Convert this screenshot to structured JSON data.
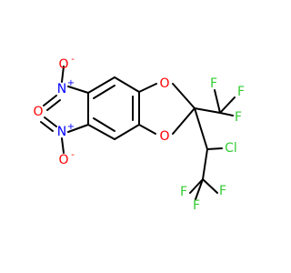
{
  "colors": {
    "bond": "#000000",
    "oxygen": "#ff0000",
    "nitrogen": "#0000ff",
    "fluorine": "#33cc33",
    "chlorine": "#33cc33"
  },
  "atoms": {
    "o_ring_top": "O",
    "o_ring_bottom": "O",
    "n_top": "N",
    "n_top_charge": "+",
    "n_bottom": "N",
    "n_bottom_charge": "+",
    "o_nitro_top_up": "O",
    "o_nitro_top_up_charge": "-",
    "o_nitro_top_down": "O",
    "o_nitro_bottom_up": "O",
    "o_nitro_bottom_down": "O",
    "o_nitro_bottom_down_charge": "-",
    "f_top": "F",
    "f_top_right": "F",
    "f_right": "F",
    "cl": "Cl",
    "f_bottom_right": "F",
    "f_bottom_a": "F",
    "f_bottom_b": "F"
  }
}
